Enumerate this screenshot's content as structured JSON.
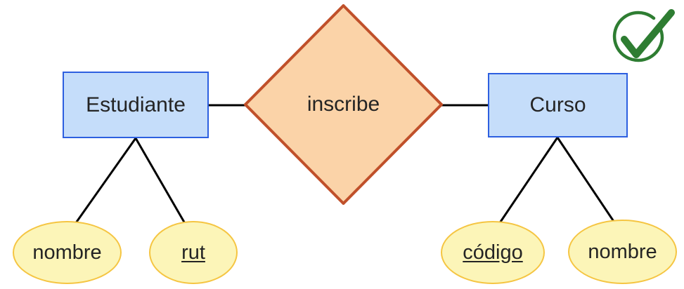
{
  "diagram": {
    "type": "entity-relationship-diagram",
    "entities": [
      {
        "id": "estudiante",
        "label": "Estudiante"
      },
      {
        "id": "curso",
        "label": "Curso"
      }
    ],
    "relationships": [
      {
        "id": "inscribe",
        "label": "inscribe",
        "from": "estudiante",
        "to": "curso"
      }
    ],
    "attributes": [
      {
        "id": "nombre-estudiante",
        "label": "nombre",
        "owner": "estudiante",
        "is_key": false
      },
      {
        "id": "rut",
        "label": "rut",
        "owner": "estudiante",
        "is_key": true
      },
      {
        "id": "codigo",
        "label": "código",
        "owner": "curso",
        "is_key": true
      },
      {
        "id": "nombre-curso",
        "label": "nombre",
        "owner": "curso",
        "is_key": false
      }
    ],
    "badge": {
      "id": "check",
      "icon": "check-circle-icon",
      "meaning": "correct"
    }
  },
  "colors": {
    "entity_fill": "#C5DDFA",
    "entity_stroke": "#2D5FE0",
    "relationship_fill": "#FBD3A8",
    "relationship_stroke": "#C0502A",
    "attribute_fill": "#FCF5B8",
    "attribute_stroke": "#F5C542",
    "edge_stroke": "#000000",
    "badge_stroke": "#2E7D32",
    "background": "#FFFFFF",
    "text": "#242424"
  }
}
